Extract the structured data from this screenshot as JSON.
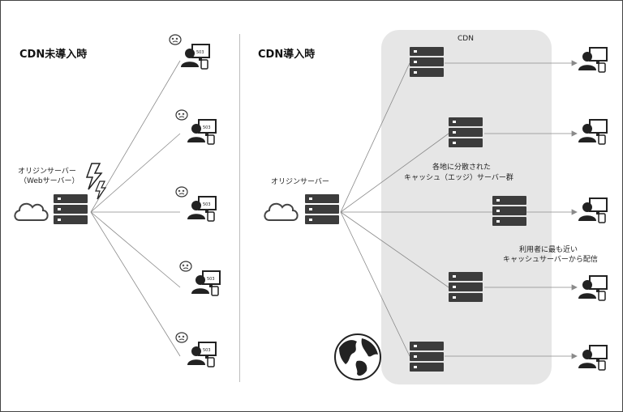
{
  "left_panel": {
    "title": "CDN未導入時",
    "origin_label_line1": "オリジンサーバー",
    "origin_label_line2": "（Webサーバー）",
    "client_screen_text": "503"
  },
  "right_panel": {
    "title": "CDN導入時",
    "origin_label": "オリジンサーバー",
    "cdn_zone_label": "CDN",
    "edge_label_line1": "各地に分散された",
    "edge_label_line2": "キャッシュ（エッジ）サーバー群",
    "nearest_label_line1": "利用者に最も近い",
    "nearest_label_line2": "キャッシュサーバーから配信"
  },
  "icons": {
    "cloud": "cloud-icon",
    "server": "server-stack-icon",
    "user": "user-computer-icon",
    "error": "error-face-icon",
    "lightning": "lightning-bolt-icon",
    "globe": "globe-icon"
  },
  "colors": {
    "server": "#3c3c3c",
    "cdn_zone": "#e6e6e6",
    "wire": "#8a8a8a",
    "divider": "#bdbdbd"
  }
}
